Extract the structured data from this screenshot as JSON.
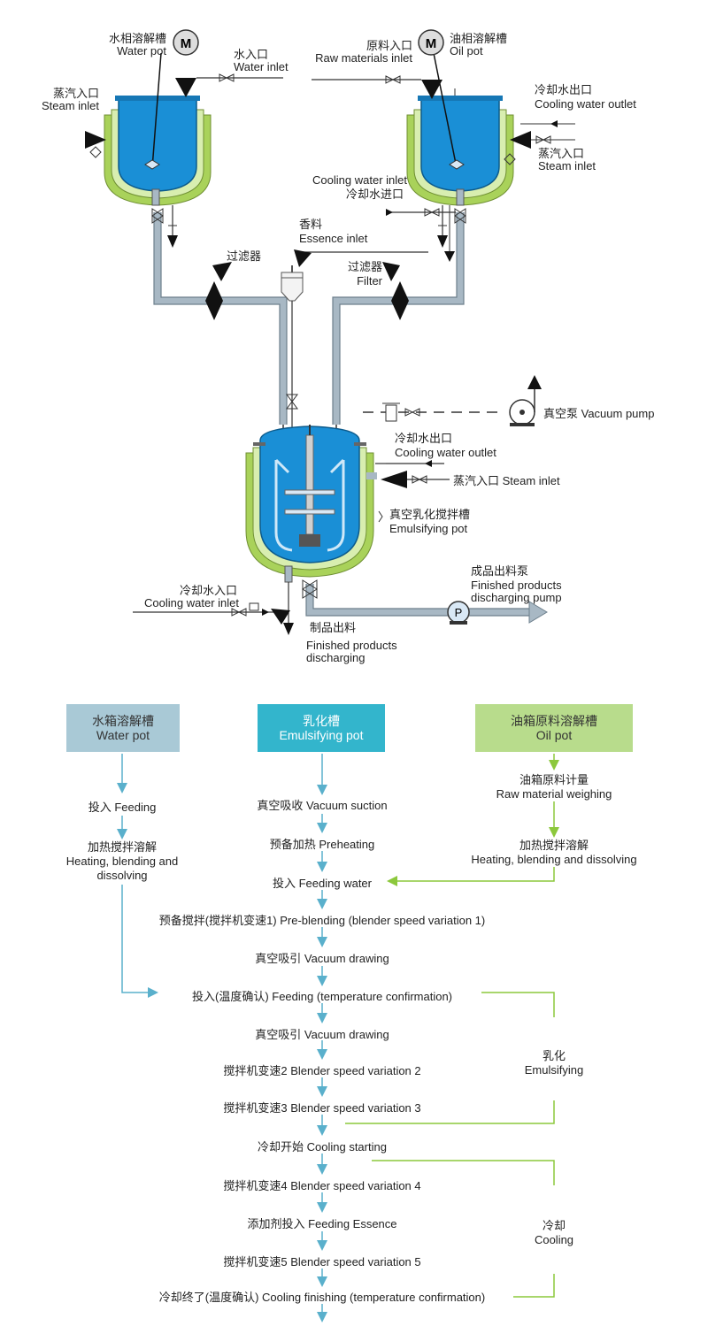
{
  "diagram": {
    "water_pot": {
      "zh": "水相溶解槽",
      "en": "Water pot"
    },
    "oil_pot": {
      "zh": "油相溶解槽",
      "en": "Oil pot"
    },
    "water_inlet": {
      "zh": "水入口",
      "en": "Water inlet"
    },
    "raw_materials_inlet": {
      "zh": "原料入口",
      "en": "Raw materials inlet"
    },
    "steam_inlet_left": {
      "zh": "蒸汽入口",
      "en": "Steam inlet"
    },
    "cooling_water_outlet_right": {
      "zh": "冷却水出口",
      "en": "Cooling water outlet"
    },
    "steam_inlet_right": {
      "zh": "蒸汽入口",
      "en": "Steam inlet"
    },
    "cooling_water_inlet_top": {
      "en": "Cooling water inlet",
      "zh": "冷却水进口"
    },
    "essence_inlet": {
      "zh": "香料",
      "en": "Essence inlet"
    },
    "filter_left": {
      "zh": "过滤器"
    },
    "filter_right": {
      "zh": "过滤器",
      "en": "Filter"
    },
    "vacuum_pump": "真空泵 Vacuum pump",
    "cooling_water_outlet_main": {
      "zh": "冷却水出口",
      "en": "Cooling water outlet"
    },
    "steam_inlet_main": "蒸汽入口 Steam inlet",
    "emulsifying_pot": {
      "zh": "真空乳化搅拌槽",
      "en": "Emulsifying pot"
    },
    "finished_pump": {
      "zh": "成品出料泵",
      "en1": "Finished products",
      "en2": "discharging pump"
    },
    "cooling_water_inlet_bottom": {
      "zh": "冷却水入口",
      "en": "Cooling water inlet"
    },
    "finished_discharging": {
      "zh": "制品出料",
      "en1": "Finished products",
      "en2": "discharging"
    },
    "motor_symbol": "M",
    "pump_symbol": "P"
  },
  "flowchart": {
    "water_box": {
      "zh": "水箱溶解槽",
      "en": "Water pot"
    },
    "emul_box": {
      "zh": "乳化槽",
      "en": "Emulsifying pot"
    },
    "oil_box": {
      "zh": "油箱原料溶解槽",
      "en": "Oil pot"
    },
    "water_steps": {
      "feeding": "投入 Feeding",
      "heating_zh": "加热搅拌溶解",
      "heating_en1": "Heating, blending and",
      "heating_en2": "dissolving"
    },
    "oil_steps": {
      "weighing_zh": "油箱原料计量",
      "weighing_en": "Raw material weighing",
      "heating_zh": "加热搅拌溶解",
      "heating_en": "Heating, blending and dissolving"
    },
    "main_steps": [
      "真空吸收 Vacuum suction",
      "预备加热 Preheating",
      "投入 Feeding water",
      "预备搅拌(搅拌机变速1) Pre-blending (blender speed variation 1)",
      "真空吸引 Vacuum drawing",
      "投入(温度确认) Feeding (temperature confirmation)",
      "真空吸引 Vacuum drawing",
      "搅拌机变速2 Blender speed variation 2",
      "搅拌机变速3 Blender speed variation 3",
      "冷却开始 Cooling starting",
      "搅拌机变速4 Blender speed variation 4",
      "添加剂投入 Feeding Essence",
      "搅拌机变速5 Blender speed variation 5",
      "冷却终了(温度确认) Cooling finishing (temperature confirmation)"
    ],
    "emulsifying": {
      "zh": "乳化",
      "en": "Emulsifying"
    },
    "cooling": {
      "zh": "冷却",
      "en": "Cooling"
    }
  },
  "colors": {
    "vessel_blue": "#1a8fd6",
    "jacket_green": "#a9d25a",
    "pipe_gray": "#a8b8c4",
    "water_box": "#a9c9d6",
    "emul_box": "#33b5cc",
    "oil_box": "#b8dc8c",
    "arrow_teal": "#5ab0cc",
    "arrow_green": "#8cc83c"
  }
}
